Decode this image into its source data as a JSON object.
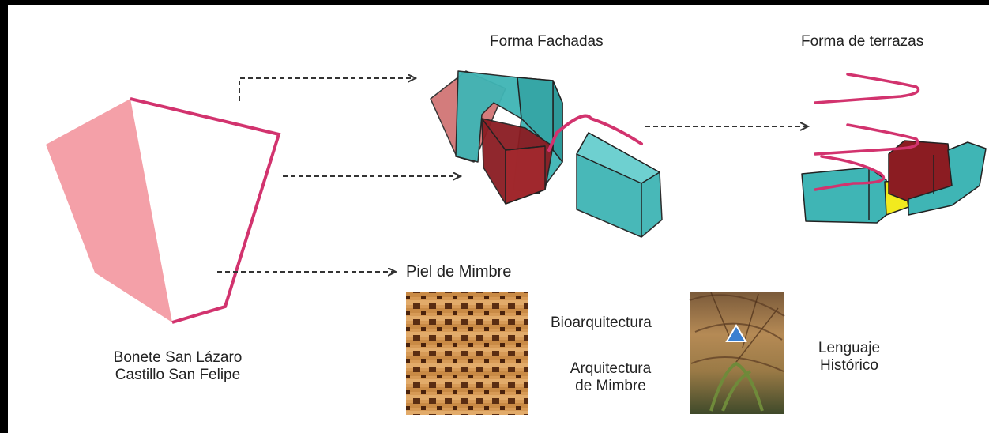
{
  "labels": {
    "forma_fachadas": "Forma Fachadas",
    "forma_terrazas": "Forma de terrazas",
    "piel_mimbre": "Piel de Mimbre",
    "bioarquitectura": "Bioarquitectura",
    "arquitectura_mimbre_1": "Arquitectura",
    "arquitectura_mimbre_2": "de Mimbre",
    "lenguaje_1": "Lenguaje",
    "lenguaje_2": "Histórico",
    "bonete_1": "Bonete San Lázaro",
    "bonete_2": "Castillo San Felipe"
  },
  "colors": {
    "background": "#ffffff",
    "frame": "#000000",
    "pink_fill": "#f4a0a8",
    "magenta_line": "#d2336e",
    "teal": "#3fb5b5",
    "dark_red": "#8b1c22",
    "wicker_light": "#d79a56",
    "wicker_dark": "#5a2d12",
    "yellow": "#f2ea1e",
    "arrow": "#333333"
  }
}
